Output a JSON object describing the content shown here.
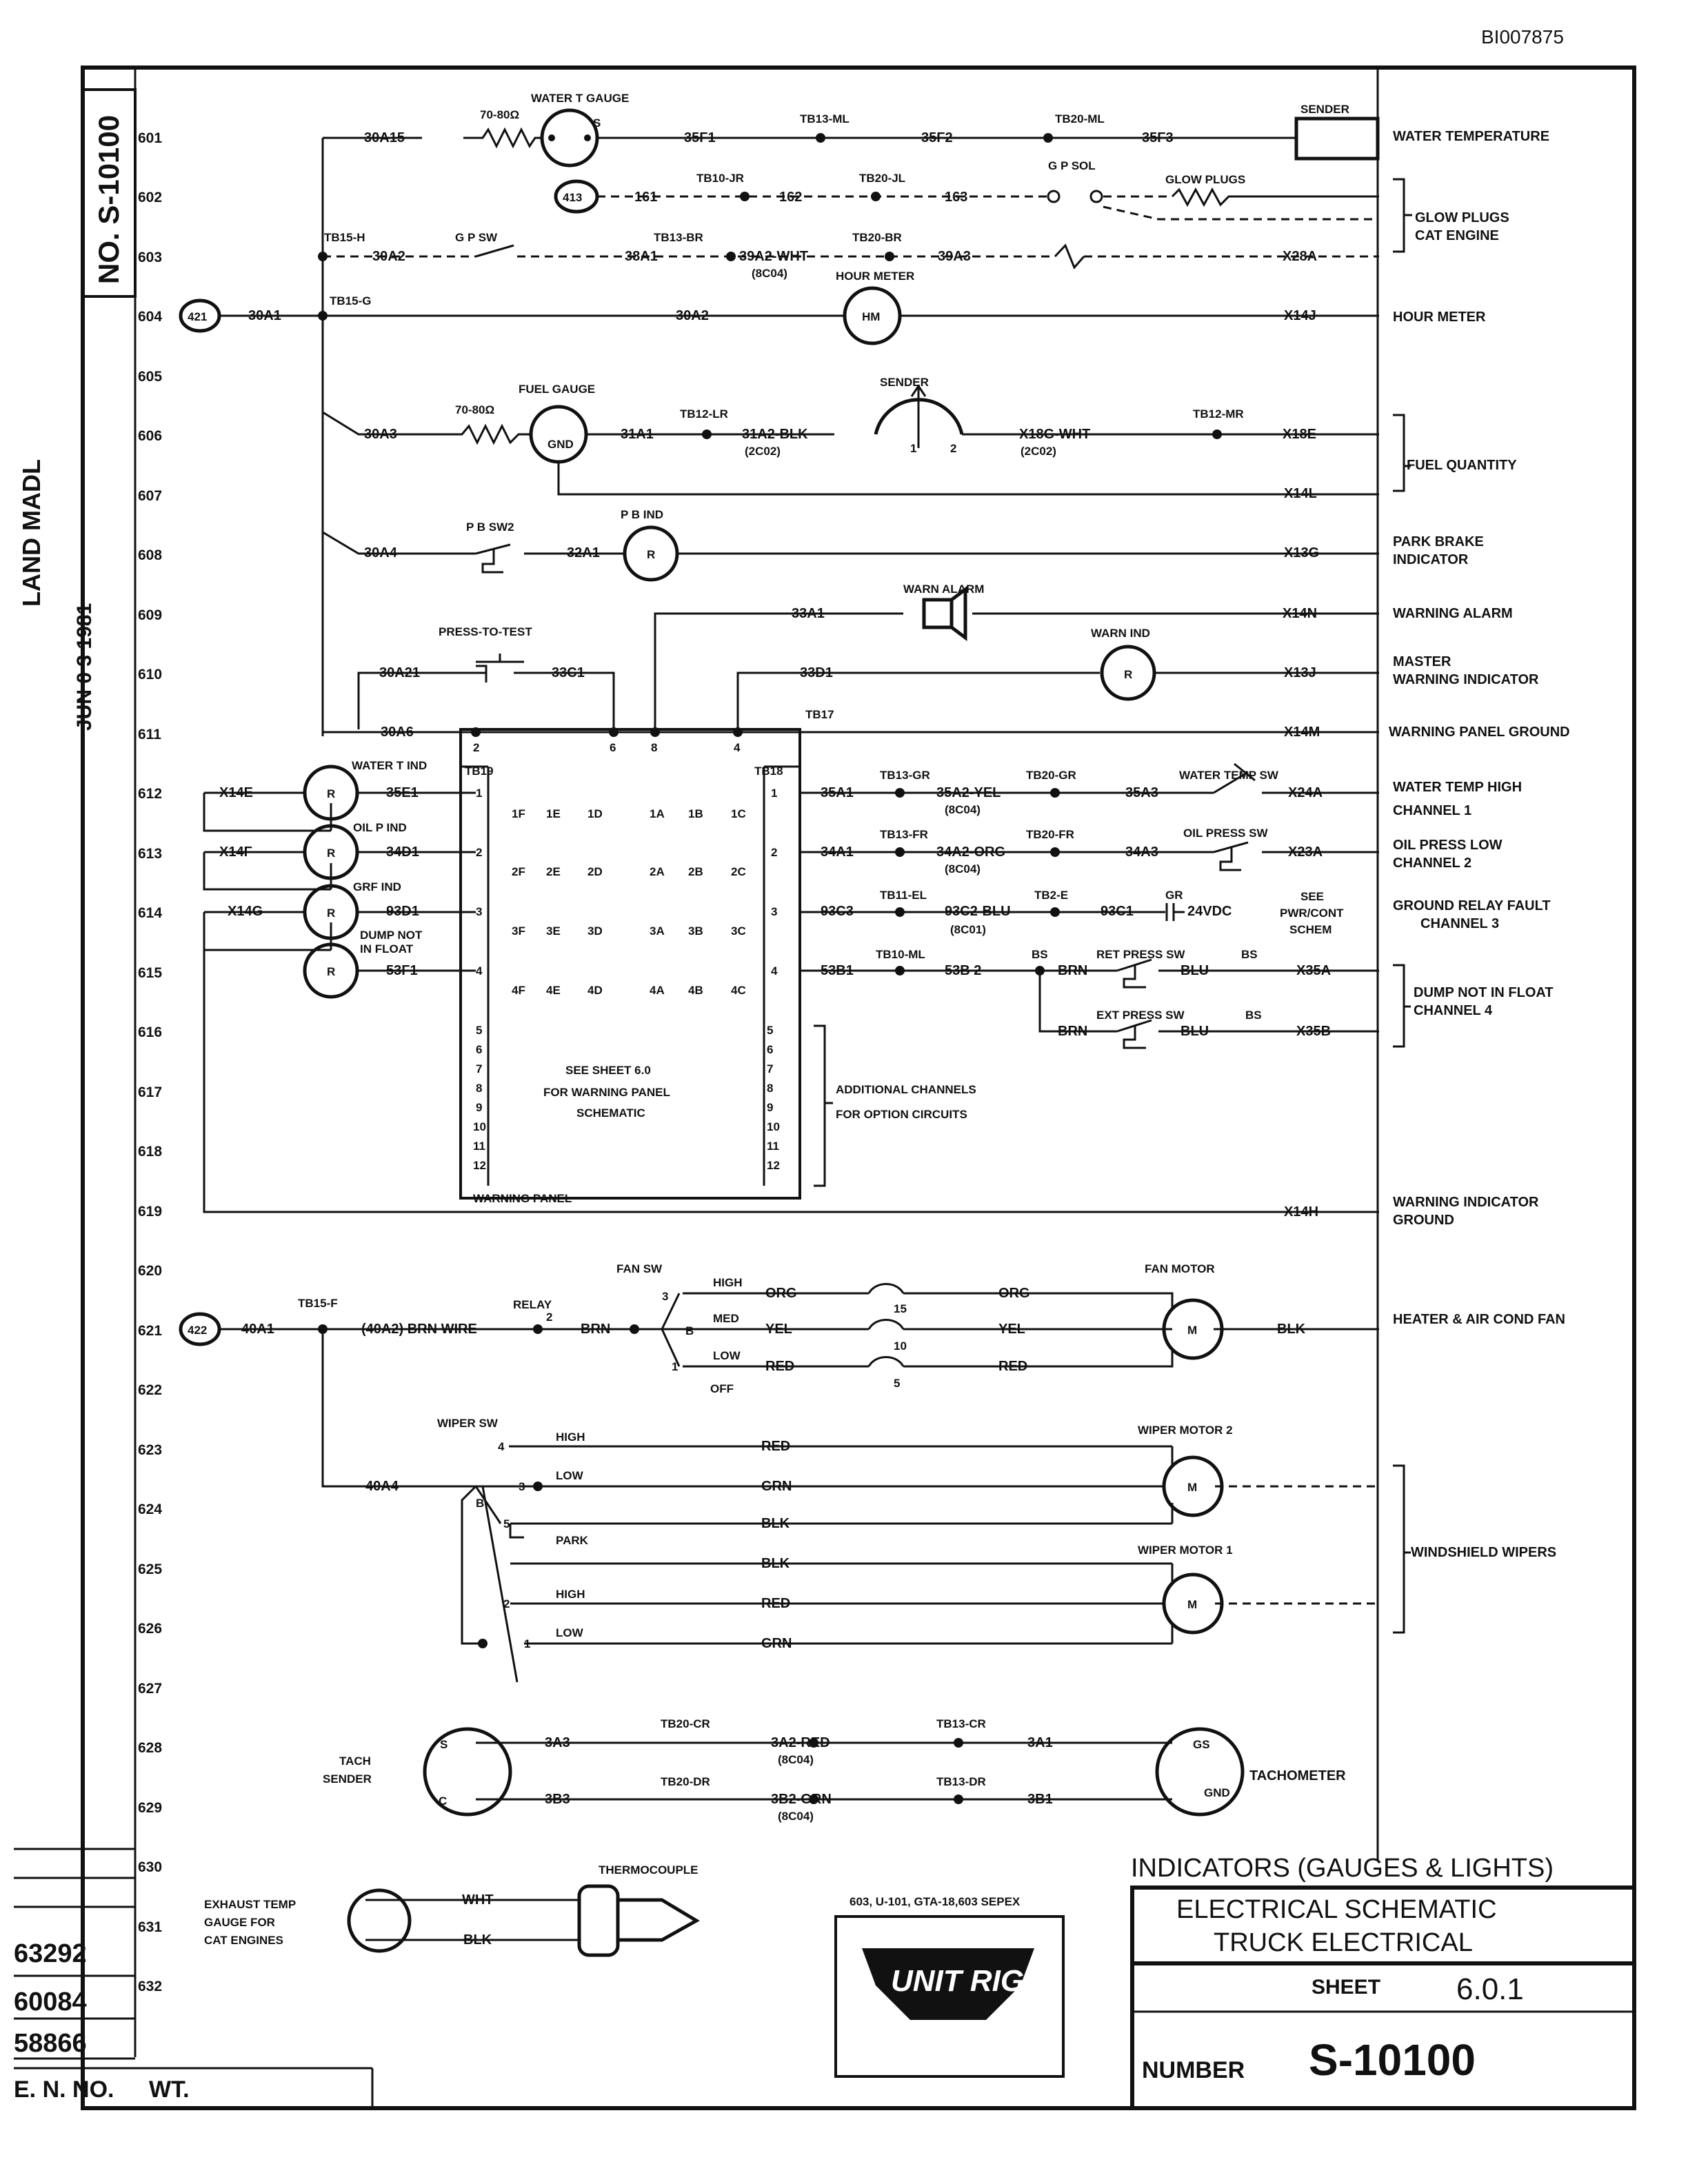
{
  "doc_id": "BI007875",
  "vertical_number": "NO. S-10100",
  "stamp": {
    "line1": "LAND MADL",
    "line2": "JUN 0 3 1981"
  },
  "rows": [
    "601",
    "602",
    "603",
    "604",
    "605",
    "606",
    "607",
    "608",
    "609",
    "610",
    "611",
    "612",
    "613",
    "614",
    "615",
    "616",
    "617",
    "618",
    "619",
    "620",
    "621",
    "622",
    "623",
    "624",
    "625",
    "626",
    "627",
    "628",
    "629",
    "630",
    "631",
    "632"
  ],
  "functions": {
    "f601": "WATER TEMPERATURE",
    "f602a": "GLOW PLUGS",
    "f602b": "CAT ENGINE",
    "f604": "HOUR METER",
    "f606": "FUEL QUANTITY",
    "f608a": "PARK BRAKE",
    "f608b": "INDICATOR",
    "f609": "WARNING ALARM",
    "f610a": "MASTER",
    "f610b": "WARNING INDICATOR",
    "f611": "WARNING PANEL GROUND",
    "f612a": "WATER TEMP HIGH",
    "f612b": "CHANNEL 1",
    "f613a": "OIL PRESS LOW",
    "f613b": "CHANNEL 2",
    "f614a": "GROUND RELAY FAULT",
    "f614b": "CHANNEL 3",
    "f615a": "DUMP NOT IN FLOAT",
    "f615b": "CHANNEL 4",
    "f619a": "WARNING INDICATOR",
    "f619b": "GROUND",
    "f621": "HEATER & AIR COND FAN",
    "f624": "WINDSHIELD WIPERS",
    "f629": "TACHOMETER"
  },
  "labels": {
    "wtg": "WATER T GAUGE",
    "ohm1": "70-80Ω",
    "a30a15": "30A15",
    "f35f1": "35F1",
    "tb13ml": "TB13-ML",
    "f35f2": "35F2",
    "tb20ml": "TB20-ML",
    "f35f3": "35F3",
    "sender": "SENDER",
    "s": "S",
    "n413": "413",
    "w161": "161",
    "tb10jr": "TB10-JR",
    "w162": "162",
    "tb20jl": "TB20-JL",
    "w163": "163",
    "gpsol": "G P SOL",
    "glowplugs": "GLOW PLUGS",
    "tb15h": "TB15-H",
    "gpsw": "G P SW",
    "a30a2x": "30A2",
    "tb13br": "TB13-BR",
    "a38a1": "38A1",
    "w39a2": "39A2-WHT",
    "c8c04": "(8C04)",
    "tb20br": "TB20-BR",
    "w39a3": "39A3",
    "x28a": "X28A",
    "n421": "421",
    "a30a1": "30A1",
    "tb15g": "TB15-G",
    "a30a2": "30A2",
    "hourmeter": "HOUR METER",
    "hm": "HM",
    "x14j": "X14J",
    "fuelgauge": "FUEL GAUGE",
    "ohm2": "70-80Ω",
    "sender2": "SENDER",
    "a30a3": "30A3",
    "one": "1",
    "gnd": "GND",
    "a31a1": "31A1",
    "tb12lr": "TB12-LR",
    "w31a2": "31A2-BLK",
    "c2c02": "(2C02)",
    "p1": "1",
    "p2": "2",
    "x18g": "X18G-WHT",
    "c2c02b": "(2C02)",
    "tb12mr": "TB12-MR",
    "x18e": "X18E",
    "x14l": "X14L",
    "pbsw2": "P B SW2",
    "pbind": "P B IND",
    "a30a4": "30A4",
    "a32a1": "32A1",
    "r": "R",
    "x13g": "X13G",
    "warnalarm": "WARN ALARM",
    "a33a1": "33A1",
    "x14n": "X14N",
    "pressto": "PRESS-TO-TEST",
    "warnind": "WARN IND",
    "a30a21": "30A21",
    "a33c1": "33C1",
    "a33d1": "33D1",
    "x13j": "X13J",
    "a30a6": "30A6",
    "tb17": "TB17",
    "p2b": "2",
    "p6": "6",
    "p8": "8",
    "p4": "4",
    "x14m": "X14M",
    "tb19": "TB19",
    "tb18": "TB18",
    "wtind": "WATER T IND",
    "opind": "OIL P IND",
    "grfind": "GRF IND",
    "dumpnot1": "DUMP NOT",
    "dumpnot2": "IN FLOAT",
    "x14e": "X14E",
    "x14f": "X14F",
    "x14g": "X14G",
    "a35e1": "35E1",
    "a34d1": "34D1",
    "a93d1": "93D1",
    "a53f1": "53F1",
    "tb13gr": "TB13-GR",
    "a35a1": "35A1",
    "w35a2": "35A2-YEL",
    "c8c04b": "(8C04)",
    "tb20gr": "TB20-GR",
    "a35a3": "35A3",
    "wtsw": "WATER TEMP SW",
    "x24a": "X24A",
    "tb13fr": "TB13-FR",
    "a34a1": "34A1",
    "w34a2": "34A2-ORG",
    "c8c04c": "(8C04)",
    "tb20fr": "TB20-FR",
    "a34a3": "34A3",
    "opsw": "OIL PRESS SW",
    "x23a": "X23A",
    "tb11el": "TB11-EL",
    "a93c3": "93C3",
    "w93c2": "93C2-BLU",
    "c8c01": "(8C01)",
    "tb2e": "TB2-E",
    "a93c1": "93C1",
    "gr": "GR",
    "v24": "24VDC",
    "see1": "SEE",
    "see2": "PWR/CONT",
    "see3": "SCHEM",
    "tb10ml": "TB10-ML",
    "a53b1": "53B1",
    "a53b2": "53B 2",
    "bs1": "BS",
    "retsw": "RET PRESS SW",
    "bs2": "BS",
    "brn": "BRN",
    "blu": "BLU",
    "x35a": "X35A",
    "extsw": "EXT PRESS SW",
    "bs3": "BS",
    "brn2": "BRN",
    "blu2": "BLU",
    "x35b": "X35B",
    "seesheet1": "SEE SHEET 6.0",
    "seesheet2": "FOR WARNING PANEL",
    "seesheet3": "SCHEMATIC",
    "addl1": "ADDITIONAL CHANNELS",
    "addl2": "FOR OPTION CIRCUITS",
    "warnpanel": "WARNING PANEL",
    "x14h": "X14H",
    "fansw": "FAN SW",
    "fanmotor": "FAN MOTOR",
    "n422": "422",
    "a40a1": "40A1",
    "tb15f": "TB15-F",
    "relay": "RELAY",
    "w40a2": "(40A2) BRN WIRE",
    "brn3": "BRN",
    "high": "HIGH",
    "med": "MED",
    "low": "LOW",
    "off": "OFF",
    "org": "ORG",
    "yel": "YEL",
    "red": "RED",
    "org2": "ORG",
    "yel2": "YEL",
    "red2": "RED",
    "blk": "BLK",
    "m": "M",
    "n3": "3",
    "n2": "2",
    "nB": "B",
    "n1": "1",
    "n15": "15",
    "n10": "10",
    "n5": "5",
    "n2r": "2",
    "wipersw": "WIPER SW",
    "wm2": "WIPER MOTOR 2",
    "wm1": "WIPER MOTOR 1",
    "a40a4": "40A4",
    "h4": "4",
    "high2": "HIGH",
    "h3": "3",
    "low2": "LOW",
    "h5": "5",
    "park": "PARK",
    "h2": "2",
    "high3": "HIGH",
    "h1": "1",
    "low3": "LOW",
    "red3": "RED",
    "grn": "GRN",
    "blk2": "BLK",
    "blk3": "BLK",
    "red4": "RED",
    "grn2": "GRN",
    "nB2": "B",
    "tach1": "TACH",
    "tach2": "SENDER",
    "sg": "S",
    "cg": "C",
    "a3a3": "3A3",
    "tb20cr": "TB20-CR",
    "w3a2": "3A2-RED",
    "c8c04d": "(8C04)",
    "tb13cr": "TB13-CR",
    "a3a1": "3A1",
    "a3b3": "3B3",
    "tb20dr": "TB20-DR",
    "w3b2": "3B2-GRN",
    "c8c04e": "(8C04)",
    "tb13dr": "TB13-DR",
    "a3b1": "3B1",
    "gs": "GS",
    "gnd2": "GND",
    "exh1": "EXHAUST TEMP",
    "exh2": "GAUGE FOR",
    "exh3": "CAT ENGINES",
    "thermo": "THERMOCOUPLE",
    "wht": "WHT",
    "blk4": "BLK",
    "ch1f": "1F",
    "ch1e": "1E",
    "ch1d": "1D",
    "ch1a": "1A",
    "ch1b": "1B",
    "ch1c": "1C",
    "ch2f": "2F",
    "ch2e": "2E",
    "ch2d": "2D",
    "ch2a": "2A",
    "ch2b": "2B",
    "ch2c": "2C",
    "ch3f": "3F",
    "ch3e": "3E",
    "ch3d": "3D",
    "ch3a": "3A",
    "ch3b": "3B",
    "ch3c": "3C",
    "ch4f": "4F",
    "ch4e": "4E",
    "ch4d": "4D",
    "ch4a": "4A",
    "ch4b": "4B",
    "ch4c": "4C",
    "l1": "1",
    "l2": "2",
    "l3": "3",
    "l4": "4",
    "l5": "5",
    "l6": "6",
    "l7": "7",
    "l8": "8",
    "l9": "9",
    "l10": "10",
    "l11": "11",
    "l12": "12",
    "r1": "1",
    "r2": "2",
    "r3": "3",
    "r4": "4",
    "r5": "5",
    "r6": "6",
    "r7": "7",
    "r8": "8",
    "r9": "9",
    "r10": "10",
    "r11": "11",
    "r12": "12"
  },
  "title_block": {
    "applies": "603, U-101, GTA-18,603 SEPEX",
    "title1": "INDICATORS (GAUGES & LIGHTS)",
    "title2": "ELECTRICAL SCHEMATIC",
    "title3": "TRUCK ELECTRICAL",
    "sheet_label": "SHEET",
    "sheet": "6.0.1",
    "number_label": "NUMBER",
    "number": "S-10100",
    "logo": "UNIT RIG"
  },
  "left_block": {
    "n1": "63292",
    "n2": "60084",
    "n3": "58866",
    "en": "E. N. NO.",
    "wt": "WT."
  }
}
